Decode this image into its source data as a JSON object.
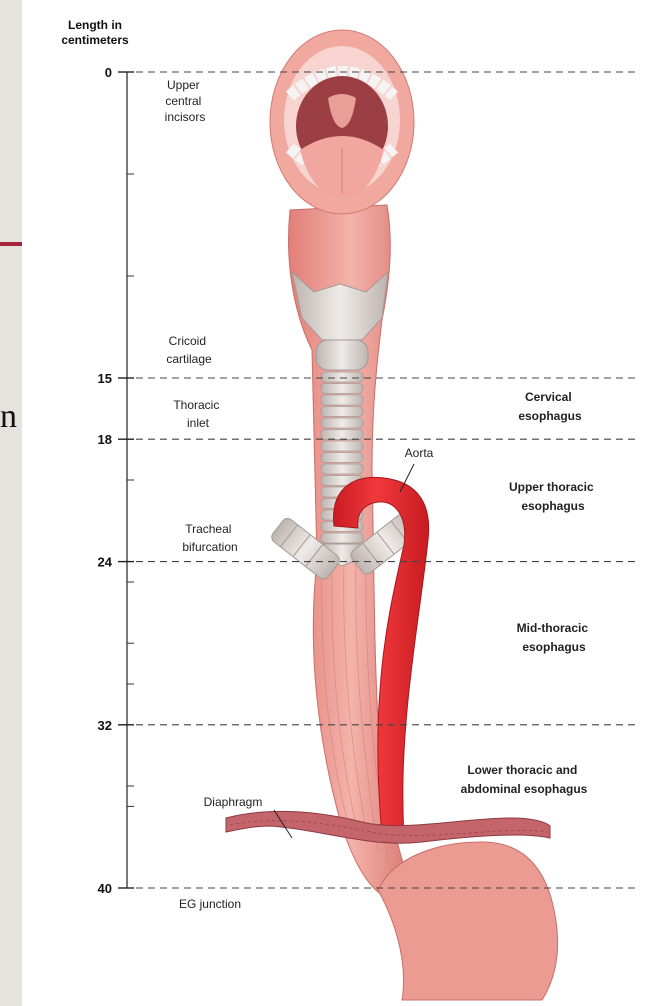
{
  "scale": {
    "title_line1": "Length in",
    "title_line2": "centimeters",
    "ticks": [
      {
        "value": "0",
        "cm": 0
      },
      {
        "value": "15",
        "cm": 15
      },
      {
        "value": "18",
        "cm": 18
      },
      {
        "value": "24",
        "cm": 24
      },
      {
        "value": "32",
        "cm": 32
      },
      {
        "value": "40",
        "cm": 40
      }
    ]
  },
  "landmarks": {
    "incisors": [
      "Upper",
      "central",
      "incisors"
    ],
    "cricoid": [
      "Cricoid",
      "cartilage"
    ],
    "thoracic_inlet": [
      "Thoracic",
      "inlet"
    ],
    "tracheal_bifurcation": [
      "Tracheal",
      "bifurcation"
    ],
    "eg_junction": "EG junction",
    "aorta": "Aorta",
    "diaphragm": "Diaphragm"
  },
  "segments": {
    "cervical": [
      "Cervical",
      "esophagus"
    ],
    "upper_thoracic": [
      "Upper thoracic",
      "esophagus"
    ],
    "mid_thoracic": [
      "Mid-thoracic",
      "esophagus"
    ],
    "lower_thoracic": [
      "Lower thoracic and",
      "abdominal esophagus"
    ]
  },
  "slide_fragment": {
    "char": "n"
  },
  "colors": {
    "accent_bar": "#a5243c",
    "tissue": "#e9968f",
    "tissue_dark": "#c86e68",
    "cartilage": "#d9d3cf",
    "aorta": "#e8262b",
    "diaphragm": "#b8545a"
  }
}
